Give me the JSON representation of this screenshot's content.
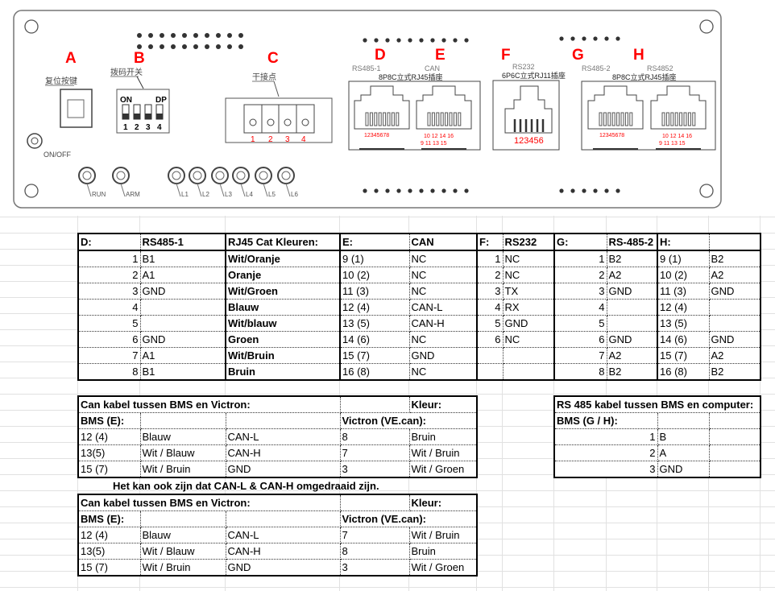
{
  "panel": {
    "letters": [
      "A",
      "B",
      "C",
      "D",
      "E",
      "F",
      "G",
      "H"
    ],
    "reset_label": "复位按键",
    "dip_label": "拨码开关",
    "dip_on": "ON",
    "dip_dp": "DP",
    "dip_numbers": [
      "1",
      "2",
      "3",
      "4"
    ],
    "dry_contact_label": "干接点",
    "dry_contact_numbers": [
      "1",
      "2",
      "3",
      "4"
    ],
    "onoff_label": "ON/OFF",
    "leds": [
      "RUN",
      "ARM",
      "L1",
      "L2",
      "L3",
      "L4",
      "L5",
      "L6"
    ],
    "rs485_1_label": "RS485-1",
    "can_label": "CAN",
    "rj45_label_1": "8P8C立式RJ45插座",
    "rs232_label": "RS232",
    "rj11_label": "6P6C立式RJ11插座",
    "rs485_2_label": "RS485-2",
    "rs4852_label": "RS4852",
    "rj45_label_2": "8P8C立式RJ45插座",
    "pins_1_8": "12345678",
    "pins_even": "10 12 14 16",
    "pins_odd": "9  11 13 15",
    "pins_1_6": "123456",
    "accent_color": "#ff0000"
  },
  "pinout_table": {
    "header": [
      "D:",
      "RS485-1",
      "RJ45 Cat Kleuren:",
      "E:",
      "CAN",
      "F:",
      "RS232",
      "G:",
      "RS-485-2",
      "H:",
      ""
    ],
    "rows": [
      [
        "1",
        "B1",
        "Wit/Oranje",
        "9  (1)",
        "NC",
        "1",
        "NC",
        "1",
        "B2",
        "9 (1)",
        "B2"
      ],
      [
        "2",
        "A1",
        "Oranje",
        "10 (2)",
        "NC",
        "2",
        "NC",
        "2",
        "A2",
        "10 (2)",
        "A2"
      ],
      [
        "3",
        "GND",
        "Wit/Groen",
        "11 (3)",
        "NC",
        "3",
        "TX",
        "3",
        "GND",
        "11 (3)",
        "GND"
      ],
      [
        "4",
        "",
        "Blauw",
        "12 (4)",
        "CAN-L",
        "4",
        "RX",
        "4",
        "",
        "12 (4)",
        ""
      ],
      [
        "5",
        "",
        "Wit/blauw",
        "13 (5)",
        "CAN-H",
        "5",
        "GND",
        "5",
        "",
        "13 (5)",
        ""
      ],
      [
        "6",
        "GND",
        "Groen",
        "14 (6)",
        "NC",
        "6",
        "NC",
        "6",
        "GND",
        "14 (6)",
        "GND"
      ],
      [
        "7",
        "A1",
        "Wit/Bruin",
        "15 (7)",
        "GND",
        "",
        "",
        "7",
        "A2",
        "15 (7)",
        "A2"
      ],
      [
        "8",
        "B1",
        "Bruin",
        "16 (8)",
        "NC",
        "",
        "",
        "8",
        "B2",
        "16 (8)",
        "B2"
      ]
    ]
  },
  "can_table_1": {
    "title": "Can kabel tussen BMS en Victron:",
    "kleur": "Kleur:",
    "bms": "BMS (E):",
    "victron": "Victron (VE.can):",
    "rows": [
      [
        "12 (4)",
        "Blauw",
        "CAN-L",
        "8",
        "Bruin"
      ],
      [
        "13(5)",
        "Wit / Blauw",
        "CAN-H",
        "7",
        "Wit / Bruin"
      ],
      [
        "15 (7)",
        "Wit / Bruin",
        "GND",
        "3",
        "Wit / Groen"
      ]
    ]
  },
  "note": "Het kan ook zijn dat CAN-L & CAN-H omgedraaid zijn.",
  "can_table_2": {
    "title": "Can kabel tussen BMS en Victron:",
    "kleur": "Kleur:",
    "bms": "BMS (E):",
    "victron": "Victron (VE.can):",
    "rows": [
      [
        "12 (4)",
        "Blauw",
        "CAN-L",
        "7",
        "Wit / Bruin"
      ],
      [
        "13(5)",
        "Wit / Blauw",
        "CAN-H",
        "8",
        "Bruin"
      ],
      [
        "15 (7)",
        "Wit / Bruin",
        "GND",
        "3",
        "Wit / Groen"
      ]
    ]
  },
  "rs485_table": {
    "title": "RS 485 kabel tussen BMS en computer:",
    "bms": "BMS (G / H):",
    "rows": [
      [
        "1",
        "B"
      ],
      [
        "2",
        "A"
      ],
      [
        "3",
        "GND"
      ]
    ]
  }
}
